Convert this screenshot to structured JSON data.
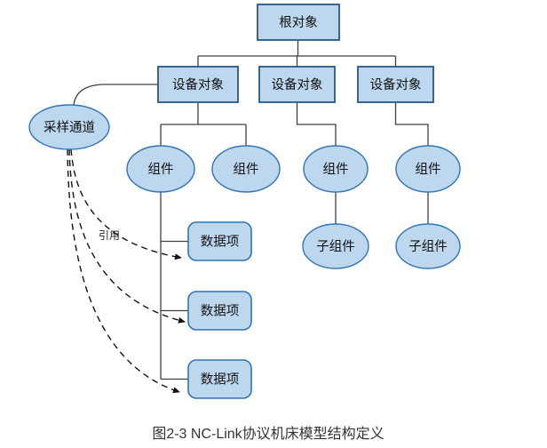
{
  "diagram": {
    "caption": "图2-3 NC-Link协议机床模型结构定义",
    "reference_label": "引用",
    "root": {
      "label": "根对象",
      "shape": "rectangle"
    },
    "devices": [
      {
        "label": "设备对象",
        "shape": "rectangle"
      },
      {
        "label": "设备对象",
        "shape": "rectangle"
      },
      {
        "label": "设备对象",
        "shape": "rectangle"
      }
    ],
    "sampling_channel": {
      "label": "采样通道",
      "shape": "ellipse"
    },
    "components": [
      {
        "label": "组件",
        "shape": "ellipse",
        "parent": "设备对象 1"
      },
      {
        "label": "组件",
        "shape": "ellipse",
        "parent": "设备对象 1"
      },
      {
        "label": "组件",
        "shape": "ellipse",
        "parent": "设备对象 2"
      },
      {
        "label": "组件",
        "shape": "ellipse",
        "parent": "设备对象 3"
      }
    ],
    "data_items": [
      {
        "label": "数据项",
        "shape": "rounded-rectangle",
        "parent": "组件 1"
      },
      {
        "label": "数据项",
        "shape": "rounded-rectangle",
        "parent": "组件 1"
      },
      {
        "label": "数据项",
        "shape": "rounded-rectangle",
        "parent": "组件 1"
      }
    ],
    "subcomponents": [
      {
        "label": "子组件",
        "shape": "ellipse",
        "parent": "组件 3"
      },
      {
        "label": "子组件",
        "shape": "ellipse",
        "parent": "组件 4"
      }
    ],
    "edges": {
      "solid": [
        "根对象 → 设备对象 1",
        "根对象 → 设备对象 2",
        "根对象 → 设备对象 3",
        "采样通道 — 设备对象 1",
        "设备对象 1 → 组件 1",
        "设备对象 1 → 组件 2",
        "设备对象 2 → 组件 3",
        "设备对象 3 → 组件 4",
        "组件 1 → 数据项 1",
        "组件 1 → 数据项 2",
        "组件 1 → 数据项 3",
        "组件 3 → 子组件 1",
        "组件 4 → 子组件 2"
      ],
      "dashed_reference": [
        "采样通道 ⇢ 数据项 1 (引用)",
        "采样通道 ⇢ 数据项 2 (引用)",
        "采样通道 ⇢ 数据项 3 (引用)"
      ]
    },
    "colors": {
      "node_fill": "#BDD7EE",
      "rect_border": "#2a5784",
      "ellipse_border": "#2e75b6",
      "connector": "#404040",
      "reference_line": "#111111"
    }
  }
}
